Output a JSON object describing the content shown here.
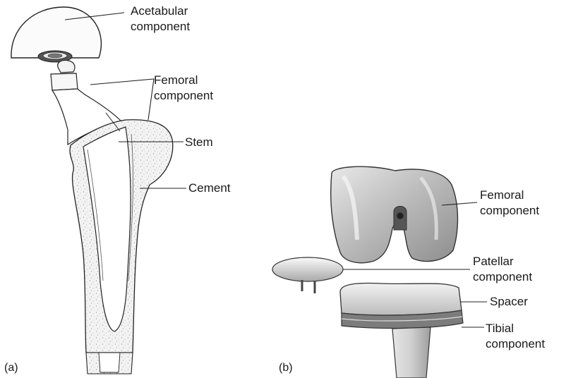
{
  "panel_a": {
    "panel_label": "(a)",
    "labels": {
      "acetabular": [
        "Acetabular",
        "component"
      ],
      "femoral": [
        "Femoral",
        "component"
      ],
      "stem": "Stem",
      "cement": "Cement"
    }
  },
  "panel_b": {
    "panel_label": "(b)",
    "labels": {
      "femoral": [
        "Femoral",
        "component"
      ],
      "patellar": [
        "Patellar",
        "component"
      ],
      "spacer": "Spacer",
      "tibial": [
        "Tibial",
        "component"
      ]
    }
  }
}
